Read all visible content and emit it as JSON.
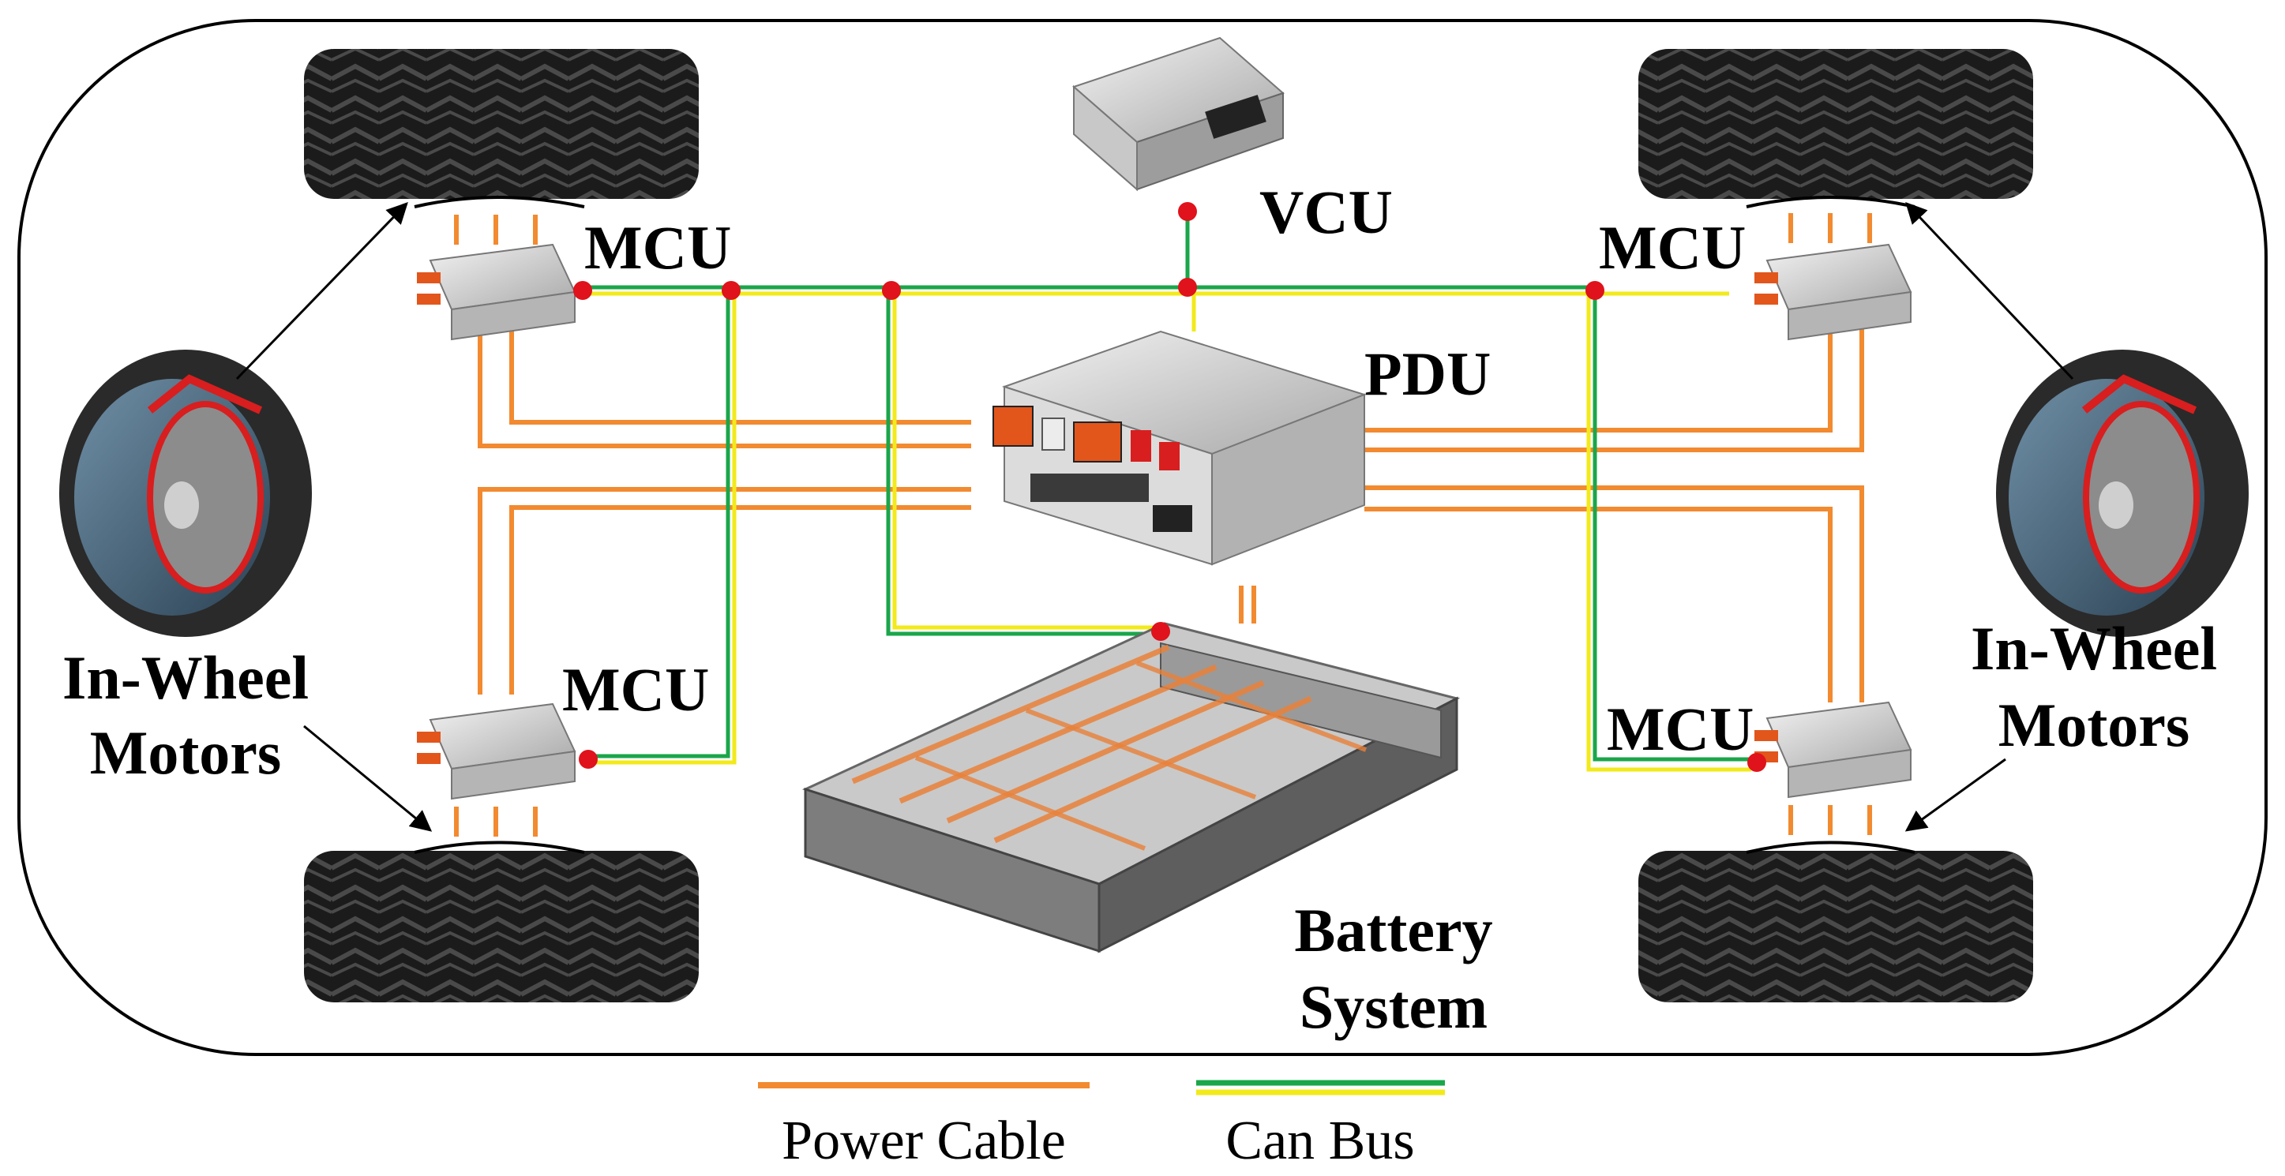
{
  "labels": {
    "vcu": "VCU",
    "pdu": "PDU",
    "mcu_front_left": "MCU",
    "mcu_front_right": "MCU",
    "mcu_rear_left": "MCU",
    "mcu_rear_right": "MCU",
    "motors_left_line1": "In-Wheel",
    "motors_left_line2": "Motors",
    "motors_right_line1": "In-Wheel",
    "motors_right_line2": "Motors",
    "battery_line1": "Battery",
    "battery_line2": "System"
  },
  "legend": {
    "power_cable": "Power Cable",
    "can_bus": "Can Bus"
  },
  "colors": {
    "power_cable": "#f28a30",
    "can_bus_green": "#1aa64a",
    "can_bus_yellow": "#f2ea1a",
    "node": "#e0121b",
    "frame": "#000000"
  }
}
